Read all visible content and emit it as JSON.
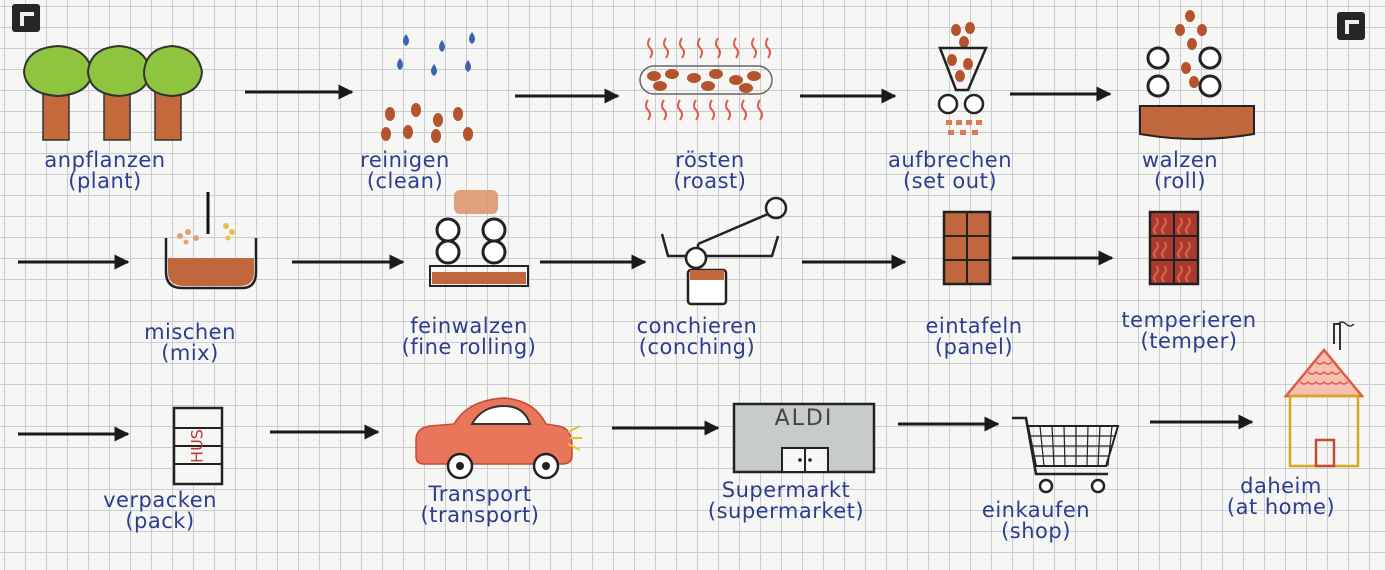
{
  "steps": [
    {
      "de": "anpflanzen",
      "en": "(plant)",
      "icon": "trees-icon"
    },
    {
      "de": "reinigen",
      "en": "(clean)",
      "icon": "water-drops-beans-icon"
    },
    {
      "de": "rösten",
      "en": "(roast)",
      "icon": "roasting-tray-icon"
    },
    {
      "de": "aufbrechen",
      "en": "(set out)",
      "icon": "cracker-funnel-icon"
    },
    {
      "de": "walzen",
      "en": "(roll)",
      "icon": "roller-icon"
    },
    {
      "de": "mischen",
      "en": "(mix)",
      "icon": "mixing-bowl-icon"
    },
    {
      "de": "feinwalzen",
      "en": "(fine rolling)",
      "icon": "fine-roller-icon"
    },
    {
      "de": "conchieren",
      "en": "(conching)",
      "icon": "conche-machine-icon"
    },
    {
      "de": "eintafeln",
      "en": "(panel)",
      "icon": "chocolate-bar-icon"
    },
    {
      "de": "temperieren",
      "en": "(temper)",
      "icon": "tempered-bar-icon"
    },
    {
      "de": "verpacken",
      "en": "(pack)",
      "icon": "packaged-bar-icon"
    },
    {
      "de": "Transport",
      "en": "(transport)",
      "icon": "car-icon"
    },
    {
      "de": "Supermarkt",
      "en": "(supermarket)",
      "icon": "supermarket-icon"
    },
    {
      "de": "einkaufen",
      "en": "(shop)",
      "icon": "shopping-cart-icon"
    },
    {
      "de": "daheim",
      "en": "(at home)",
      "icon": "house-icon"
    }
  ],
  "labels": {
    "supermarket_sign": "ALDI",
    "package_text": "HUS"
  },
  "colors": {
    "ink": "#2c3c8f",
    "arrow": "#1a1a1a",
    "chocolate": "#c0673d",
    "bean": "#b5532c",
    "leaf": "#8fc43e",
    "trunk": "#c46a3a",
    "drop": "#3d62b4",
    "car": "#e9765a",
    "roof": "#e05a4a"
  }
}
